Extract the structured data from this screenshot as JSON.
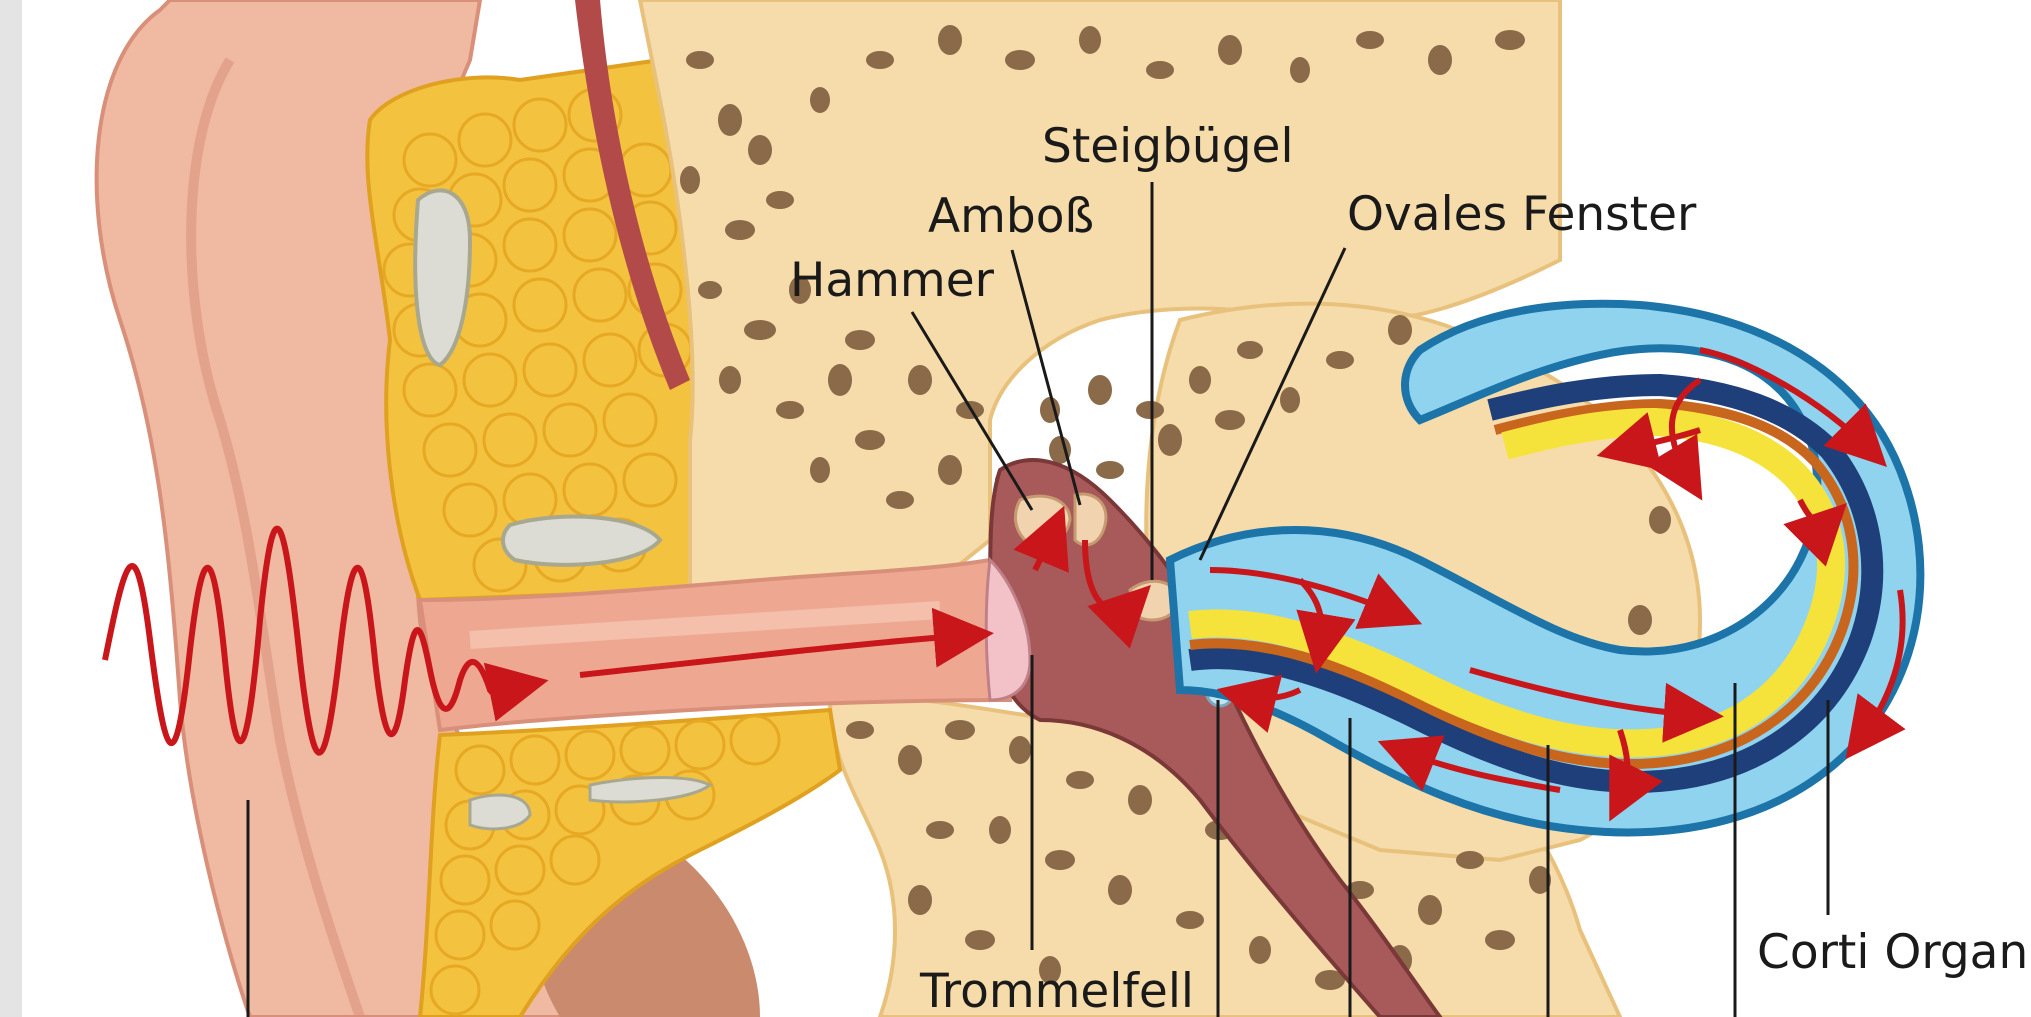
{
  "labels": {
    "steigbuegel": "Steigbügel",
    "amboss": "Amboß",
    "hammer": "Hammer",
    "ovales_fenster": "Ovales Fenster",
    "trommelfell": "Trommelfell",
    "corti_organ": "Corti Organ"
  },
  "colors": {
    "skin": "#f0b9a1",
    "skin_dark": "#d9907a",
    "fat": "#f3c23e",
    "bone": "#f6dcaa",
    "bone_pore": "#8a6a48",
    "middle_ear": "#a85a5a",
    "cochlea_fluid": "#8fd3ef",
    "cochlea_outline": "#1c74a8",
    "membrane_yellow": "#f5e33c",
    "membrane_blue": "#1f3f7a",
    "membrane_orange": "#c9661e",
    "arrow": "#c8161b",
    "label": "#1a1a1a"
  }
}
